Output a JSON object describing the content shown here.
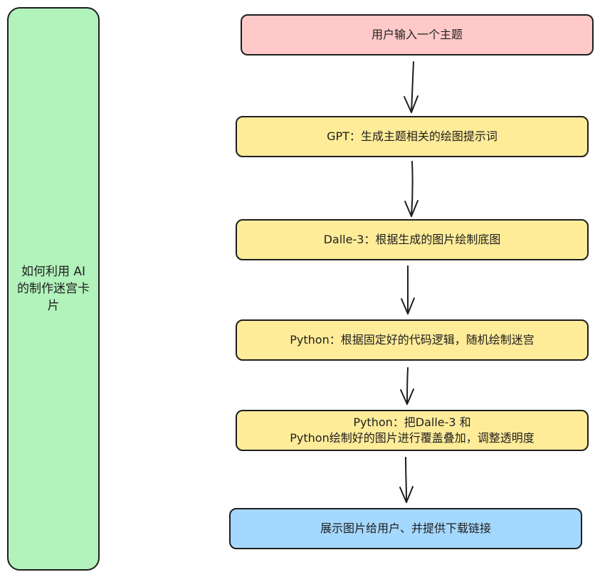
{
  "diagram": {
    "title": "如何利用 AI 的制作迷宫卡片",
    "steps": [
      {
        "text": "用户输入一个主题",
        "color": "#ffc9c9"
      },
      {
        "text": "GPT：生成主题相关的绘图提示词",
        "color": "#ffec99"
      },
      {
        "text": "Dalle-3：根据生成的图片绘制底图",
        "color": "#ffec99"
      },
      {
        "text": "Python：根据固定好的代码逻辑，随机绘制迷宫",
        "color": "#ffec99"
      },
      {
        "text": "Python：把Dalle-3 和\nPython绘制好的图片进行覆盖叠加，调整透明度",
        "color": "#ffec99"
      },
      {
        "text": "展示图片给用户、并提供下载链接",
        "color": "#a5d8ff"
      }
    ],
    "title_color": "#b2f2bb",
    "stroke_color": "#1e1e1e"
  }
}
